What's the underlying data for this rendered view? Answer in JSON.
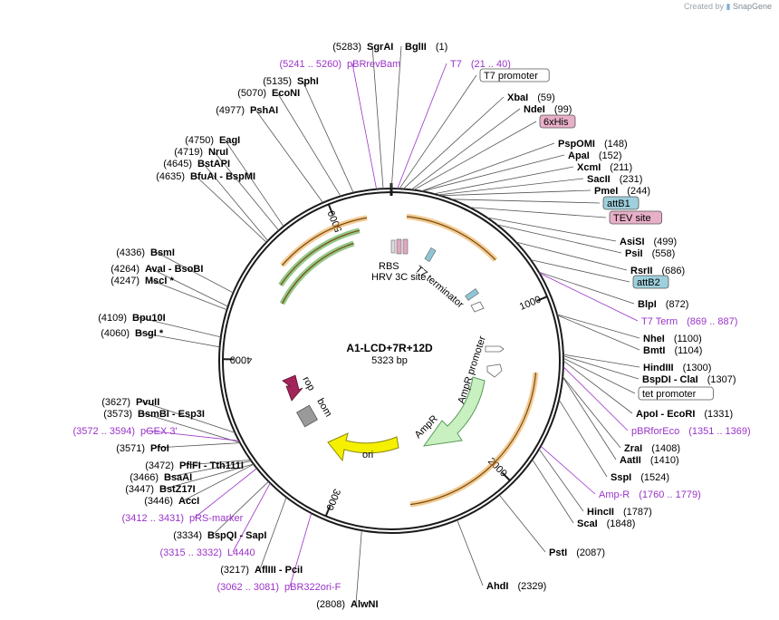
{
  "credit": {
    "prefix": "Created by",
    "brand": "SnapGene"
  },
  "plasmid": {
    "name": "A1-LCD+7R+12D",
    "length": "5323 bp"
  },
  "colors": {
    "backbone": "#1a1a1a",
    "primer": "#9a33c8",
    "orange_feature": "#e8a33d",
    "green_feature": "#3a9a2a",
    "ampR": "#c8f0c0",
    "ori": "#f5f000",
    "rop": "#a3245a",
    "bom": "#9a9a9a"
  },
  "ticks": [
    "1000",
    "2000",
    "3000",
    "4000",
    "5000"
  ],
  "labels": [
    {
      "type": "enzyme",
      "num": "(5283)",
      "name": "SgrAI"
    },
    {
      "type": "primer",
      "num": "(5241 .. 5260)",
      "name": "pBRrevBam"
    },
    {
      "type": "enzyme",
      "num": "(5135)",
      "name": "SphI"
    },
    {
      "type": "enzyme",
      "num": "(5070)",
      "name": "EcoNI"
    },
    {
      "type": "enzyme",
      "num": "(4977)",
      "name": "PshAI"
    },
    {
      "type": "enzyme",
      "num": "(4750)",
      "name": "EagI"
    },
    {
      "type": "enzyme",
      "num": "(4719)",
      "name": "NruI"
    },
    {
      "type": "enzyme",
      "num": "(4645)",
      "name": "BstAPI"
    },
    {
      "type": "enzyme",
      "num": "(4635)",
      "name": "BfuAI  -  BspMI"
    },
    {
      "type": "enzyme",
      "num": "(4336)",
      "name": "BsmI"
    },
    {
      "type": "enzyme",
      "num": "(4264)",
      "name": "AvaI  -  BsoBI"
    },
    {
      "type": "enzyme",
      "num": "(4247)",
      "name": "MscI *"
    },
    {
      "type": "enzyme",
      "num": "(4109)",
      "name": "Bpu10I"
    },
    {
      "type": "enzyme",
      "num": "(4060)",
      "name": "BsgI *"
    },
    {
      "type": "enzyme",
      "num": "(3627)",
      "name": "PvuII"
    },
    {
      "type": "enzyme",
      "num": "(3573)",
      "name": "BsmBI  -  Esp3I"
    },
    {
      "type": "primer",
      "num": "(3572 .. 3594)",
      "name": "pGEX 3'"
    },
    {
      "type": "enzyme",
      "num": "(3571)",
      "name": "PfoI"
    },
    {
      "type": "enzyme",
      "num": "(3472)",
      "name": "PflFI  -  Tth111I"
    },
    {
      "type": "enzyme",
      "num": "(3466)",
      "name": "BsaAI"
    },
    {
      "type": "enzyme",
      "num": "(3447)",
      "name": "BstZ17I"
    },
    {
      "type": "enzyme",
      "num": "(3446)",
      "name": "AccI"
    },
    {
      "type": "primer",
      "num": "(3412 .. 3431)",
      "name": "pRS-marker"
    },
    {
      "type": "enzyme",
      "num": "(3334)",
      "name": "BspQI  -  SapI"
    },
    {
      "type": "primer",
      "num": "(3315 .. 3332)",
      "name": "L4440"
    },
    {
      "type": "enzyme",
      "num": "(3217)",
      "name": "AflIII  -  PciI"
    },
    {
      "type": "primer",
      "num": "(3062 .. 3081)",
      "name": "pBR322ori-F"
    },
    {
      "type": "enzyme",
      "num": "(2808)",
      "name": "AlwNI"
    },
    {
      "type": "enzyme",
      "num": "(1)",
      "name": "BglII"
    },
    {
      "type": "primer",
      "num": "(21 .. 40)",
      "name": "T7"
    },
    {
      "type": "feature",
      "name": "T7 promoter",
      "style": "white"
    },
    {
      "type": "enzyme",
      "num": "(59)",
      "name": "XbaI"
    },
    {
      "type": "enzyme",
      "num": "(99)",
      "name": "NdeI"
    },
    {
      "type": "feature",
      "name": "6xHis",
      "style": "pink"
    },
    {
      "type": "enzyme",
      "num": "(148)",
      "name": "PspOMI"
    },
    {
      "type": "enzyme",
      "num": "(152)",
      "name": "ApaI"
    },
    {
      "type": "enzyme",
      "num": "(211)",
      "name": "XcmI"
    },
    {
      "type": "enzyme",
      "num": "(231)",
      "name": "SacII"
    },
    {
      "type": "enzyme",
      "num": "(244)",
      "name": "PmeI"
    },
    {
      "type": "feature",
      "name": "attB1",
      "style": "blue"
    },
    {
      "type": "feature",
      "name": "TEV site",
      "style": "pink"
    },
    {
      "type": "enzyme",
      "num": "(499)",
      "name": "AsiSI"
    },
    {
      "type": "enzyme",
      "num": "(558)",
      "name": "PsiI"
    },
    {
      "type": "enzyme",
      "num": "(686)",
      "name": "RsrII"
    },
    {
      "type": "feature",
      "name": "attB2",
      "style": "blue"
    },
    {
      "type": "enzyme",
      "num": "(872)",
      "name": "BlpI"
    },
    {
      "type": "primer",
      "num": "(869 .. 887)",
      "name": "T7 Term"
    },
    {
      "type": "enzyme",
      "num": "(1100)",
      "name": "NheI"
    },
    {
      "type": "enzyme",
      "num": "(1104)",
      "name": "BmtI"
    },
    {
      "type": "enzyme",
      "num": "(1300)",
      "name": "HindIII"
    },
    {
      "type": "enzyme",
      "num": "(1307)",
      "name": "BspDI  -  ClaI"
    },
    {
      "type": "feature",
      "name": "tet promoter",
      "style": "white"
    },
    {
      "type": "enzyme",
      "num": "(1331)",
      "name": "ApoI  -  EcoRI"
    },
    {
      "type": "primer",
      "num": "(1351 .. 1369)",
      "name": "pBRforEco"
    },
    {
      "type": "enzyme",
      "num": "(1408)",
      "name": "ZraI"
    },
    {
      "type": "enzyme",
      "num": "(1410)",
      "name": "AatII"
    },
    {
      "type": "enzyme",
      "num": "(1524)",
      "name": "SspI"
    },
    {
      "type": "primer",
      "num": "(1760 .. 1779)",
      "name": "Amp-R"
    },
    {
      "type": "enzyme",
      "num": "(1787)",
      "name": "HincII"
    },
    {
      "type": "enzyme",
      "num": "(1848)",
      "name": "ScaI"
    },
    {
      "type": "enzyme",
      "num": "(2087)",
      "name": "PstI"
    },
    {
      "type": "enzyme",
      "num": "(2329)",
      "name": "AhdI"
    }
  ],
  "inner_features": {
    "rbs": "RBS",
    "hrv": "HRV 3C site",
    "t7term": "T7 terminator",
    "amprPromoter": "AmpR promoter",
    "ampr": "AmpR",
    "ori": "ori",
    "rop": "rop",
    "bom": "bom"
  }
}
